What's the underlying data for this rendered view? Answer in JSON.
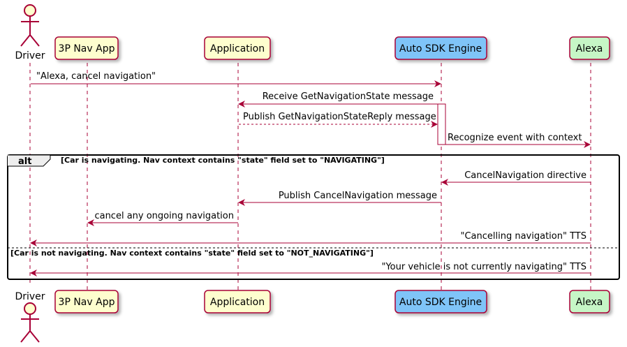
{
  "participants": {
    "driver": {
      "label": "Driver",
      "kind": "actor"
    },
    "nav_app": {
      "label": "3P Nav App",
      "kind": "box"
    },
    "application": {
      "label": "Application",
      "kind": "box"
    },
    "engine": {
      "label": "Auto SDK Engine",
      "kind": "box"
    },
    "alexa": {
      "label": "Alexa",
      "kind": "box"
    }
  },
  "messages": {
    "m1": "\"Alexa, cancel navigation\"",
    "m2": "Receive GetNavigationState message",
    "m3": "Publish GetNavigationStateReply message",
    "m4": "Recognize event with context",
    "m5": "CancelNavigation directive",
    "m6": "Publish CancelNavigation message",
    "m7": "cancel any ongoing navigation",
    "m8": "\"Cancelling navigation\" TTS",
    "m9": "\"Your vehicle is not currently navigating\" TTS"
  },
  "alt": {
    "keyword": "alt",
    "condition_1": "[Car is navigating. Nav context contains \"state\" field set to \"NAVIGATING\"]",
    "condition_2": "[Car is not navigating. Nav context contains \"state\" field set to \"NOT_NAVIGATING\"]"
  },
  "colors": {
    "line": "#A80036",
    "box_yellow": "#FEFECE",
    "box_blue": "#7FC4F8",
    "box_green": "#C6F6C6",
    "activation": "#FFFFFF"
  }
}
